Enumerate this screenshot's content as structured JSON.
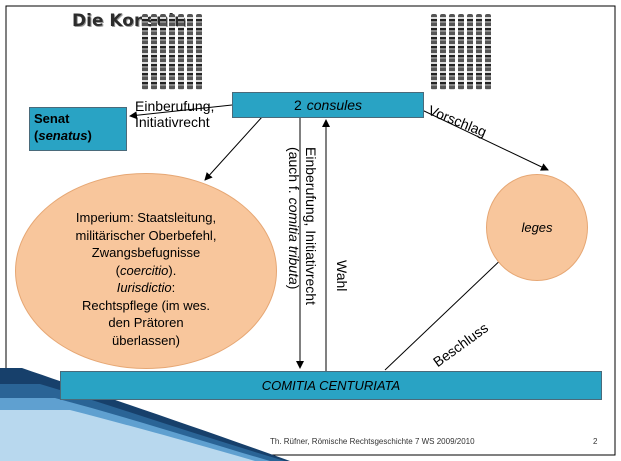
{
  "title": "Die Konsuln",
  "consules": {
    "number": "2",
    "word": "consules"
  },
  "senat": {
    "line1": "Senat",
    "line2": "senatus"
  },
  "imperium": {
    "line1": "Imperium: Staatsleitung,",
    "line2": "militärischer Oberbefehl,",
    "line3": "Zwangsbefugnisse",
    "line4": "coercitio",
    "line5": "Iurisdictio",
    "line6": "Rechtspflege (im wes.",
    "line7": "den Prätoren",
    "line8": "überlassen)"
  },
  "leges": "leges",
  "comitia": "COMITIA CENTURIATA",
  "edges": {
    "einberufung_senat_1": "Einberufung,",
    "einberufung_senat_2": "Initiativrecht",
    "vorschlag": "Vorschlag",
    "einberufung_comitia_1": "Einberufung, Initiativrecht",
    "einberufung_comitia_2_pre": "(auch f. ",
    "einberufung_comitia_2_it": "comitia tributa",
    "einberufung_comitia_2_post": ")",
    "wahl": "Wahl",
    "beschluss": "Beschluss"
  },
  "footer": "Th. Rüfner, Römische Rechtsgeschichte 7    WS 2009/2010",
  "page_number": "2",
  "colors": {
    "box": "#29a3c4",
    "circle": "#f8c69c",
    "accent": "#1b4f72"
  }
}
